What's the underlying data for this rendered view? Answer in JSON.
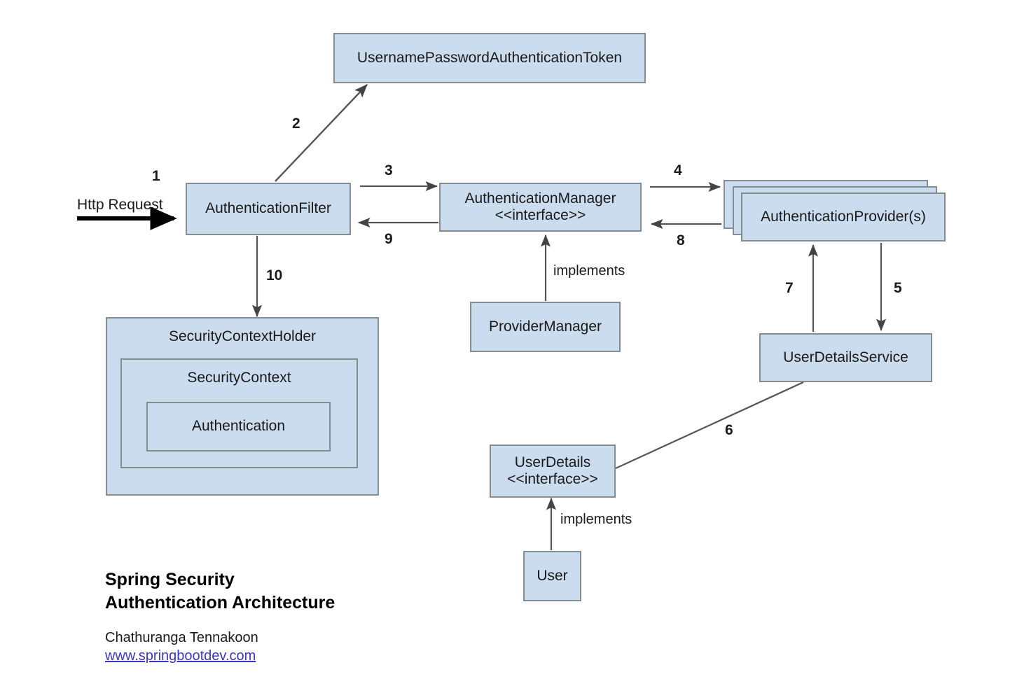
{
  "diagram": {
    "title_line1": "Spring Security",
    "title_line2": "Authentication Architecture",
    "author": "Chathuranga Tennakoon",
    "website": "www.springbootdev.com",
    "colors": {
      "box_fill": "#ccdcef",
      "box_border": "#848e91",
      "arrow": "#555555",
      "heavy_arrow": "#000000",
      "link": "#3b36c8",
      "text": "#1a1a1a",
      "background": "#ffffff"
    }
  },
  "nodes": {
    "username_password_token": {
      "label": "UsernamePasswordAuthenticationToken"
    },
    "authentication_filter": {
      "label": "AuthenticationFilter"
    },
    "authentication_manager": {
      "label": "AuthenticationManager\n<<interface>>"
    },
    "authentication_provider": {
      "label": "AuthenticationProvider(s)"
    },
    "provider_manager": {
      "label": "ProviderManager"
    },
    "user_details_service": {
      "label": "UserDetailsService"
    },
    "user_details": {
      "label": "UserDetails\n<<interface>>"
    },
    "user": {
      "label": "User"
    },
    "security_context_holder": {
      "label": "SecurityContextHolder"
    },
    "security_context": {
      "label": "SecurityContext"
    },
    "authentication": {
      "label": "Authentication"
    }
  },
  "edges": {
    "http_request": {
      "label": "Http Request",
      "step": "1"
    },
    "filter_to_token": {
      "step": "2"
    },
    "filter_to_manager": {
      "step": "3"
    },
    "manager_to_provider": {
      "step": "4"
    },
    "provider_to_userdetailsservice": {
      "step": "5"
    },
    "userdetailsservice_to_userdetails": {
      "step": "6"
    },
    "userdetailsservice_to_provider": {
      "step": "7"
    },
    "provider_to_manager": {
      "step": "8"
    },
    "manager_to_filter": {
      "step": "9"
    },
    "filter_to_contextholder": {
      "step": "10"
    },
    "providermanager_implements": {
      "label": "implements"
    },
    "user_implements": {
      "label": "implements"
    }
  }
}
